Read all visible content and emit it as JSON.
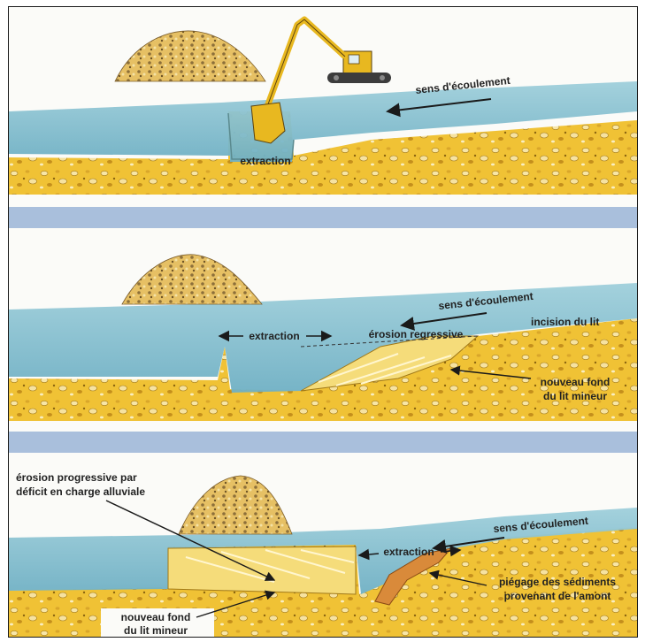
{
  "panels": [
    {
      "flow_label": "sens d'écoulement",
      "extraction_label": "extraction"
    },
    {
      "flow_label": "sens d'écoulement",
      "extraction_label": "extraction",
      "regressive_label": "érosion regressive",
      "incision_label": "incision du lit",
      "new_bed_line1": "nouveau fond",
      "new_bed_line2": "du lit mineur"
    },
    {
      "flow_label": "sens d'écoulement",
      "extraction_label": "extraction",
      "progressive_line1": "érosion progressive par",
      "progressive_line2": "déficit en charge alluviale",
      "trap_line1": "piégage des sédiments",
      "trap_line2": "provenant de l'amont",
      "new_bed_line1": "nouveau fond",
      "new_bed_line2": "du lit mineur"
    }
  ],
  "colors": {
    "sand": "#f0c235",
    "sand_dark": "#c99a1d",
    "water": "#8fc4d3",
    "water_dark": "#5fa3b8",
    "separator": "#a9bfdc",
    "excavator": "#e8b820"
  }
}
